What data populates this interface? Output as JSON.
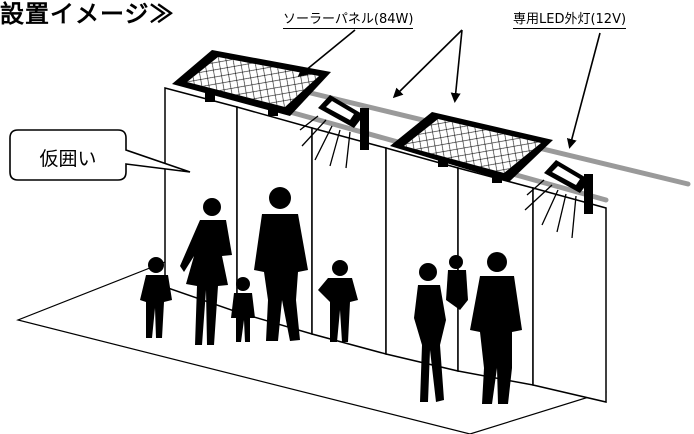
{
  "title": "設置イメージ≫",
  "labels": {
    "solar_panel": "ソーラーパネル(84W)",
    "led_light": "専用LED外灯(12V)",
    "enclosure": "仮囲い"
  },
  "colors": {
    "ink": "#000000",
    "rail": "#9a9a9a",
    "panel_fill": "#ffffff",
    "background": "#ffffff"
  }
}
